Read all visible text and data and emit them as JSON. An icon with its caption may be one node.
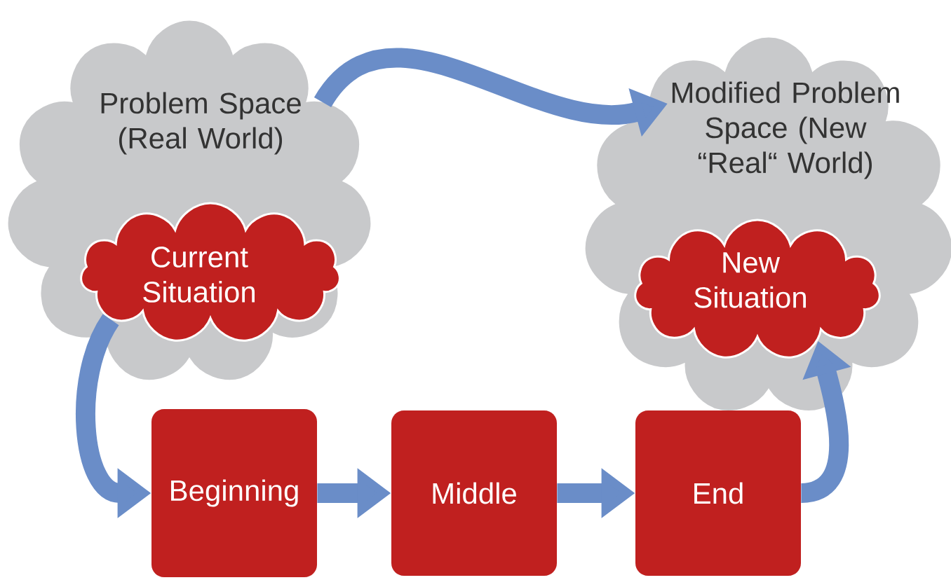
{
  "diagram": {
    "nodes": [
      {
        "text": [
          "Problem Space (Real World)"
        ]
      },
      {
        "text": [
          "Current Situation"
        ],
        "in": 0
      },
      {
        "text": [
          "Modified Problem Space (New “Real“ World)"
        ]
      },
      {
        "text": [
          "New Situation"
        ],
        "in": 2
      },
      {
        "text": [
          "Beginning"
        ]
      },
      {
        "text": [
          "Middle"
        ]
      },
      {
        "text": [
          "End"
        ]
      }
    ],
    "edges": [
      {
        "from": 0,
        "to": 2,
        "arrow": "to"
      },
      {
        "from": 1,
        "to": 4,
        "arrow": "to"
      },
      {
        "from": 4,
        "to": 5,
        "arrow": "to"
      },
      {
        "from": 5,
        "to": 6,
        "arrow": "to"
      },
      {
        "from": 6,
        "to": 3,
        "arrow": "to"
      }
    ]
  }
}
